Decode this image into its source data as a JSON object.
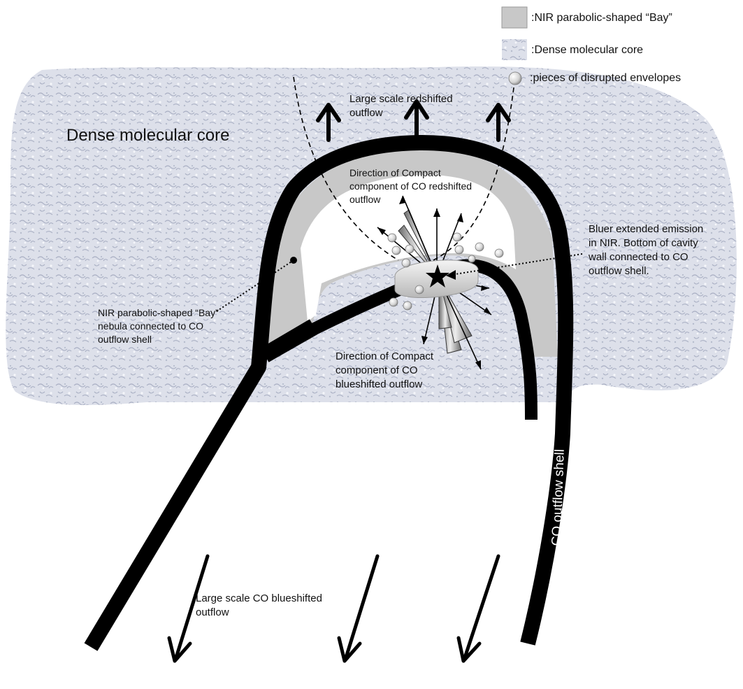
{
  "legend": {
    "items": [
      {
        "key": "bay",
        "text": ":NIR parabolic-shaped “Bay”",
        "color": "#c8c8c8"
      },
      {
        "key": "core",
        "text": ":Dense molecular core",
        "color": "#dcdfe8"
      },
      {
        "key": "envelopes",
        "text": ":pieces of disrupted envelopes",
        "color": "#e6e6e6"
      }
    ]
  },
  "labels": {
    "dense_core": "Dense molecular core",
    "large_red": [
      "Large scale redshifted",
      "outflow"
    ],
    "compact_red": [
      "Direction of Compact",
      "component of CO redshifted",
      "outflow"
    ],
    "bluer": [
      "Bluer extended emission",
      "in NIR.  Bottom of cavity",
      "wall connected to CO",
      "outflow shell."
    ],
    "bay_nebula": [
      "NIR parabolic-shaped “Bay”",
      "nebula connected to CO",
      "outflow shell"
    ],
    "compact_blue": [
      "Direction of Compact",
      "component of CO",
      "blueshifted outflow"
    ],
    "large_blue": [
      "Large scale CO blueshifted",
      "outflow"
    ],
    "shell": "CO outflow shell"
  },
  "colors": {
    "shell": "#000000",
    "bay": "#c8c8c8",
    "core": "#dcdfe8",
    "arrow": "#000000"
  }
}
